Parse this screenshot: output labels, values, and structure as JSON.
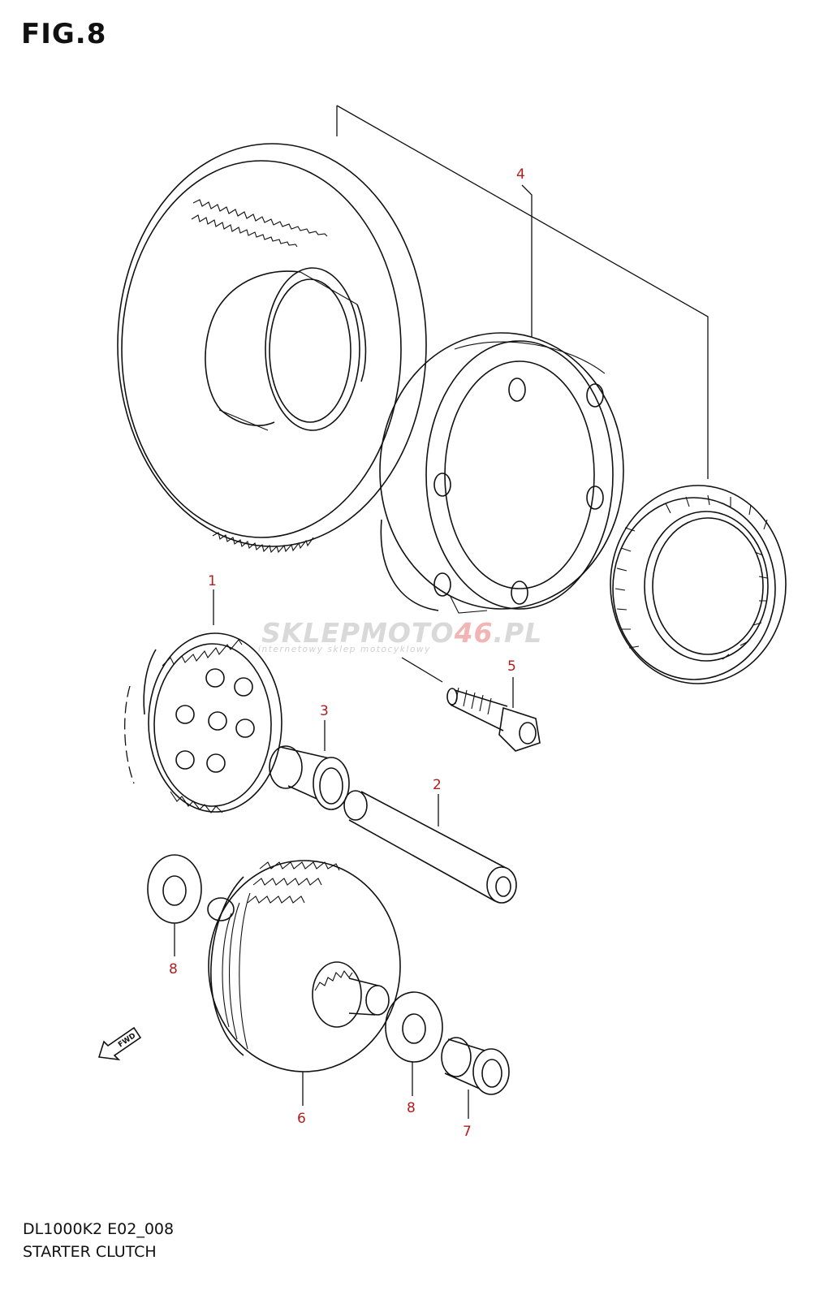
{
  "figure": {
    "title": "FIG.8"
  },
  "footer": {
    "model_code": "DL1000K2 E02_008",
    "section_name": "STARTER CLUTCH"
  },
  "watermark": {
    "main_prefix": "SKLEPMOTO",
    "main_highlight": "46",
    "main_suffix": ".PL",
    "tagline": "internetowy sklep motocyklowy"
  },
  "fwd_arrow_label": "FWD",
  "callouts": [
    {
      "id": "1"
    },
    {
      "id": "2"
    },
    {
      "id": "3"
    },
    {
      "id": "4"
    },
    {
      "id": "5"
    },
    {
      "id": "6"
    },
    {
      "id": "7"
    },
    {
      "id": "8a",
      "label": "8"
    },
    {
      "id": "8b",
      "label": "8"
    }
  ],
  "labels": {
    "c1": "1",
    "c2": "2",
    "c3": "3",
    "c4": "4",
    "c5": "5",
    "c6": "6",
    "c7": "7",
    "c8a": "8",
    "c8b": "8"
  },
  "colors": {
    "callout": "#b21d1d",
    "line": "#111111",
    "watermark_grey": "#d9d9d9",
    "watermark_red": "#f2b5b5"
  }
}
